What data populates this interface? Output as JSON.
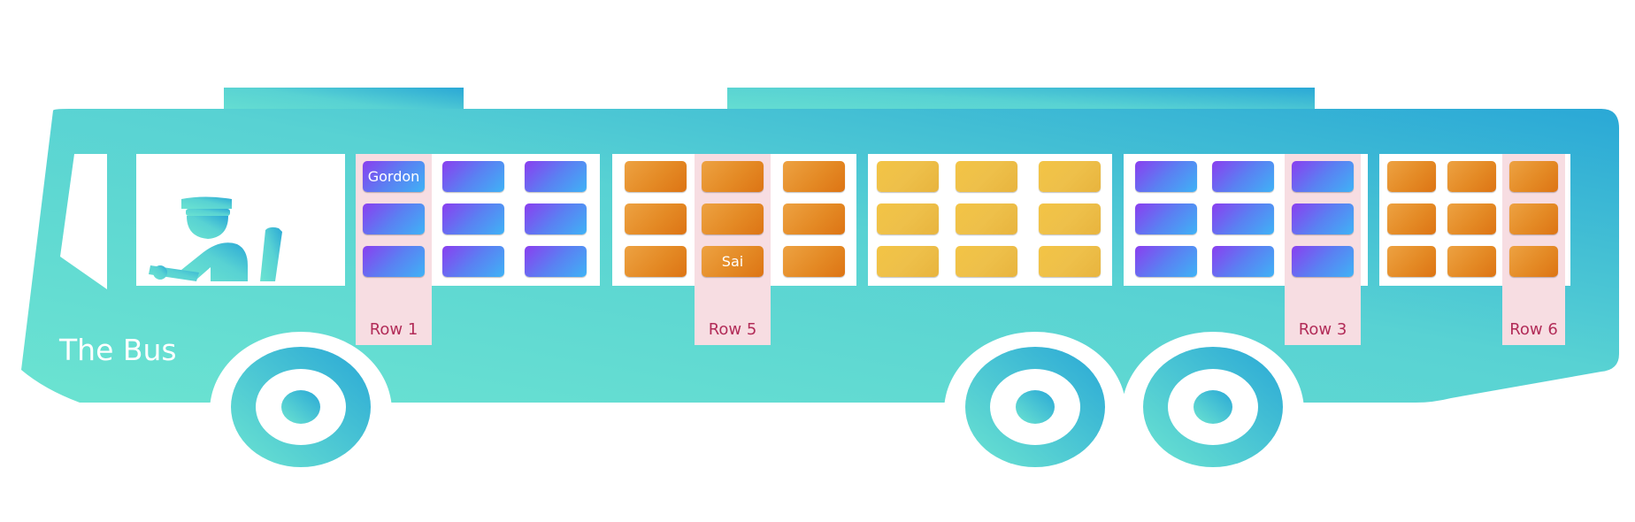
{
  "bus": {
    "title": "The Bus",
    "colors": {
      "body_start": "#6be3d1",
      "body_end": "#2aa8d6",
      "row_highlight": "#f7dde2",
      "row_label": "#b22c58"
    },
    "driver_icon": "driver-icon"
  },
  "sections": [
    {
      "color": "blue",
      "columns": [
        {
          "seats": [
            "Gordon",
            "",
            ""
          ],
          "row_label": "Row 1"
        },
        {
          "seats": [
            "",
            "",
            ""
          ],
          "row_label": ""
        },
        {
          "seats": [
            "",
            "",
            ""
          ],
          "row_label": ""
        }
      ]
    },
    {
      "color": "orange",
      "columns": [
        {
          "seats": [
            "",
            "",
            ""
          ],
          "row_label": ""
        },
        {
          "seats": [
            "",
            "",
            "Sai"
          ],
          "row_label": "Row 5"
        },
        {
          "seats": [
            "",
            "",
            ""
          ],
          "row_label": ""
        }
      ]
    },
    {
      "color": "yellow",
      "columns": [
        {
          "seats": [
            "",
            "",
            ""
          ],
          "row_label": ""
        },
        {
          "seats": [
            "",
            "",
            ""
          ],
          "row_label": ""
        },
        {
          "seats": [
            "",
            "",
            ""
          ],
          "row_label": ""
        }
      ]
    },
    {
      "color": "blue",
      "columns": [
        {
          "seats": [
            "",
            "",
            ""
          ],
          "row_label": ""
        },
        {
          "seats": [
            "",
            "",
            ""
          ],
          "row_label": ""
        },
        {
          "seats": [
            "",
            "",
            ""
          ],
          "row_label": "Row 3"
        }
      ]
    },
    {
      "color": "orange",
      "columns": [
        {
          "seats": [
            "",
            "",
            ""
          ],
          "row_label": ""
        },
        {
          "seats": [
            "",
            "",
            ""
          ],
          "row_label": ""
        },
        {
          "seats": [
            "",
            "",
            ""
          ],
          "row_label": "Row 6"
        }
      ]
    }
  ]
}
